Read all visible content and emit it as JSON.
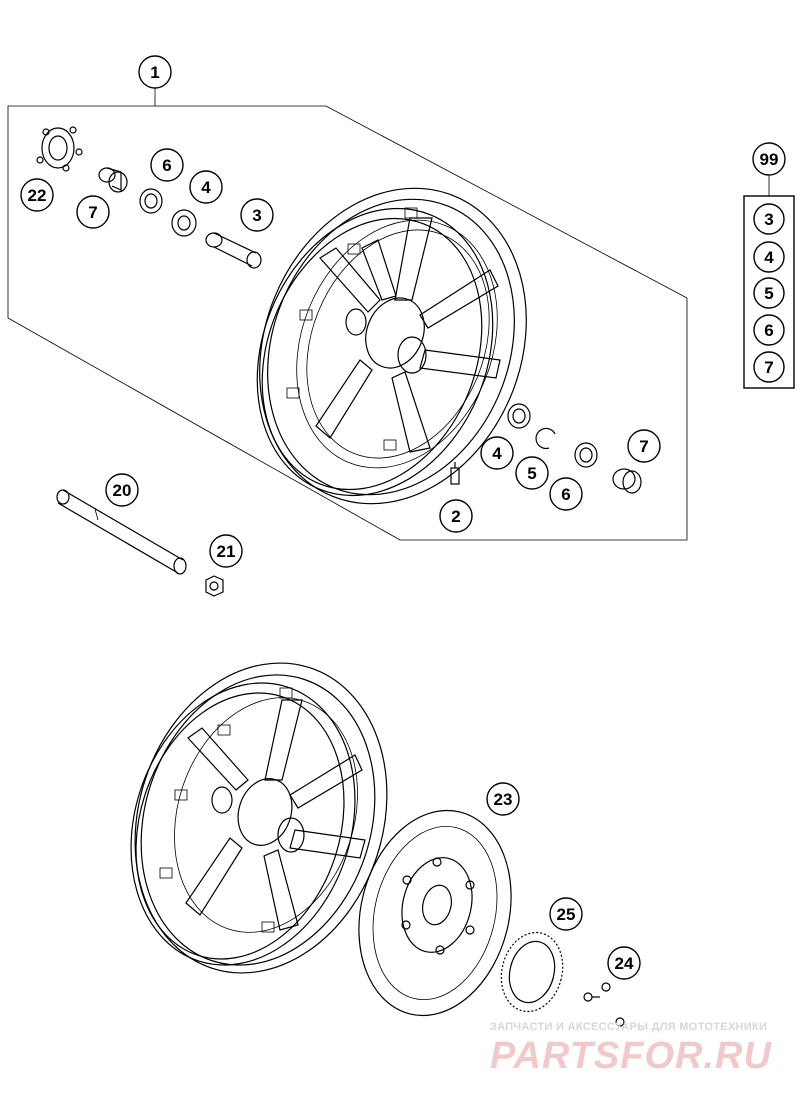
{
  "callouts": {
    "c1": "1",
    "c22": "22",
    "c6a": "6",
    "c4a": "4",
    "c7a": "7",
    "c3a": "3",
    "c4b": "4",
    "c5": "5",
    "c6b": "6",
    "c7b": "7",
    "c2": "2",
    "c20": "20",
    "c21": "21",
    "c23": "23",
    "c25": "25",
    "c24": "24",
    "c99": "99"
  },
  "kit": [
    "3",
    "4",
    "5",
    "6",
    "7"
  ],
  "watermark": {
    "line1": "ЗАПЧАСТИ И АКСЕССУАРЫ ДЛЯ МОТОТЕХНИКИ",
    "line2": "PARTSFOR.RU"
  }
}
